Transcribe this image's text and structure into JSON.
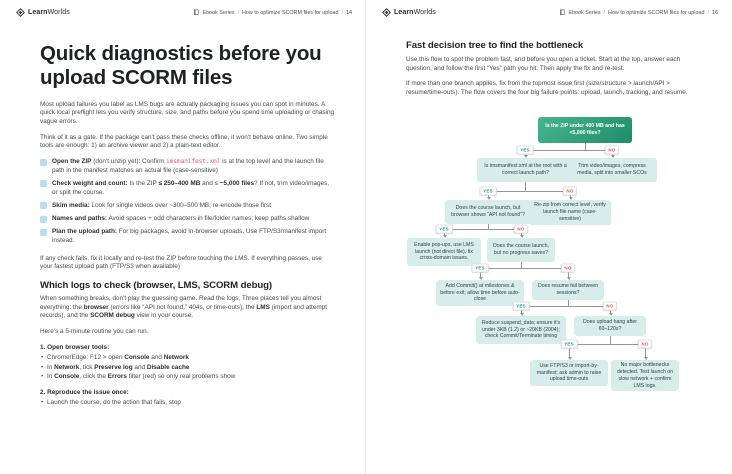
{
  "brand": {
    "bold": "Learn",
    "light": "Worlds"
  },
  "breadcrumb": {
    "section": "Ebook Series",
    "separator": "/",
    "title": "How to optimize SCORM files for upload"
  },
  "pages": {
    "left_number": "14",
    "right_number": "16"
  },
  "left": {
    "title": "Quick diagnostics before you upload SCORM files",
    "p1": [
      {
        "t": "Most upload failures you label as LMS bugs are actually packaging issues you can spot in minutes. A quick local preflight lets you verify structure, size, and paths before you spend time uploading or chasing vague errors."
      }
    ],
    "p2": [
      {
        "t": "Think of it as a gate. If the package can't pass these checks offline, it won't behave online. Two simple tools are enough: 1) an archive viewer and 2) a plain-text editor."
      }
    ],
    "checklist": [
      [
        {
          "b": "Open the ZIP"
        },
        {
          "t": " (don't unzip yet): Confirm "
        },
        {
          "c": "imsmanifest.xml"
        },
        {
          "t": " is at the top level and the launch file path in the manifest matches an actual file (case-sensitive)"
        }
      ],
      [
        {
          "b": "Check weight and count:"
        },
        {
          "t": " Is the ZIP "
        },
        {
          "b": "≤ 250–400 MB"
        },
        {
          "t": " and ≤ "
        },
        {
          "b": "~5,000 files"
        },
        {
          "t": "? If not, trim video/images, or split the course."
        }
      ],
      [
        {
          "b": "Skim media:"
        },
        {
          "t": " Look for single videos over ~300–500 MB; re-encode those first"
        }
      ],
      [
        {
          "b": "Names and paths:"
        },
        {
          "t": " Avoid spaces + odd characters in file/folder names; keep paths shallow"
        }
      ],
      [
        {
          "b": "Plan the upload path:"
        },
        {
          "t": " For big packages, avoid in-browser uploads. Use FTP/S3/manifest import instead."
        }
      ]
    ],
    "p3": [
      {
        "t": "If any check fails, fix it locally and re-test the ZIP before touching the LMS. If everything passes, use your fastest upload path (FTP/S3 when available)"
      }
    ],
    "h2": "Which logs to check (browser, LMS, SCORM debug)",
    "p4": [
      {
        "t": "When something breaks, don't play the guessing game. Read the logs. Three places tell you almost everything: the "
      },
      {
        "b": "browser"
      },
      {
        "t": " (errors like “API not found,” 404s, or time-outs), the "
      },
      {
        "b": "LMS"
      },
      {
        "t": " (import and attempt records), and the "
      },
      {
        "b": "SCORM debug"
      },
      {
        "t": " view in your course."
      }
    ],
    "p5": "Here's a 5-minute routine you can run.",
    "list1": {
      "title": "1. Open browser tools:",
      "items": [
        [
          {
            "t": "Chrome/Edge: F12 > open "
          },
          {
            "b": "Console"
          },
          {
            "t": " and "
          },
          {
            "b": "Network"
          }
        ],
        [
          {
            "t": "In "
          },
          {
            "b": "Network"
          },
          {
            "t": ", tick "
          },
          {
            "b": "Preserve log"
          },
          {
            "t": " and "
          },
          {
            "b": "Disable cache"
          }
        ],
        [
          {
            "t": "In "
          },
          {
            "b": "Console"
          },
          {
            "t": ", click the "
          },
          {
            "b": "Errors"
          },
          {
            "t": " filter (red) so only real problems show"
          }
        ]
      ]
    },
    "list2": {
      "title": "2. Reproduce the issue once:",
      "items": [
        [
          {
            "t": "Launch the course, do the action that fails, stop"
          }
        ]
      ]
    }
  },
  "right": {
    "title": "Fast decision tree to find the bottleneck",
    "p1": [
      {
        "t": "Use this flow to spot the problem fast, and before you open a ticket. Start at the top, answer each question, and follow the first “Yes” path you hit. Then apply the fix and re-test."
      }
    ],
    "p2": [
      {
        "t": "If more than one branch applies, fix from the topmost issue first (size/structure > launch/API > resume/time-outs). The flow covers the four big failure points: upload, launch, tracking, and resume."
      }
    ],
    "flow": {
      "yes_label": "YES",
      "no_label": "NO",
      "nodes": [
        {
          "kind": "start",
          "text": "Is the ZIP under 400 MB and has <5,000 files?"
        },
        {
          "kind": "question",
          "text": "Is imsmanifest.xml at the root with a correct launch path?"
        },
        {
          "kind": "action",
          "text": "Trim video/images, compress media, split into smaller SCOs"
        },
        {
          "kind": "question",
          "text": "Does the course launch, but browser shows “API not found”?"
        },
        {
          "kind": "action",
          "text": "Re-zip from correct level, verify launch file name (case-sensitive)"
        },
        {
          "kind": "action",
          "text": "Enable pop-ups, use LMS launch (not direct file), fix cross-domain issues."
        },
        {
          "kind": "question",
          "text": "Does the course launch, but no progress saves?"
        },
        {
          "kind": "action",
          "text": "Add Commit() at milestones & before exit; allow time before auto-close"
        },
        {
          "kind": "question",
          "text": "Does resume fail between sessions?"
        },
        {
          "kind": "action",
          "text": "Reduce suspend_data; ensure it's under 3KB (1.2) or ~20KB (2004); check Commit/Terminate timing"
        },
        {
          "kind": "question",
          "text": "Does upload hang after 60–120s?"
        },
        {
          "kind": "action",
          "text": "Use FTP/S3 or import-by-manifest; ask admin to raise upload time-outs"
        },
        {
          "kind": "action",
          "text": "No major bottlenecks detected. Test launch on slow network + confirm LMS logs."
        }
      ]
    }
  }
}
